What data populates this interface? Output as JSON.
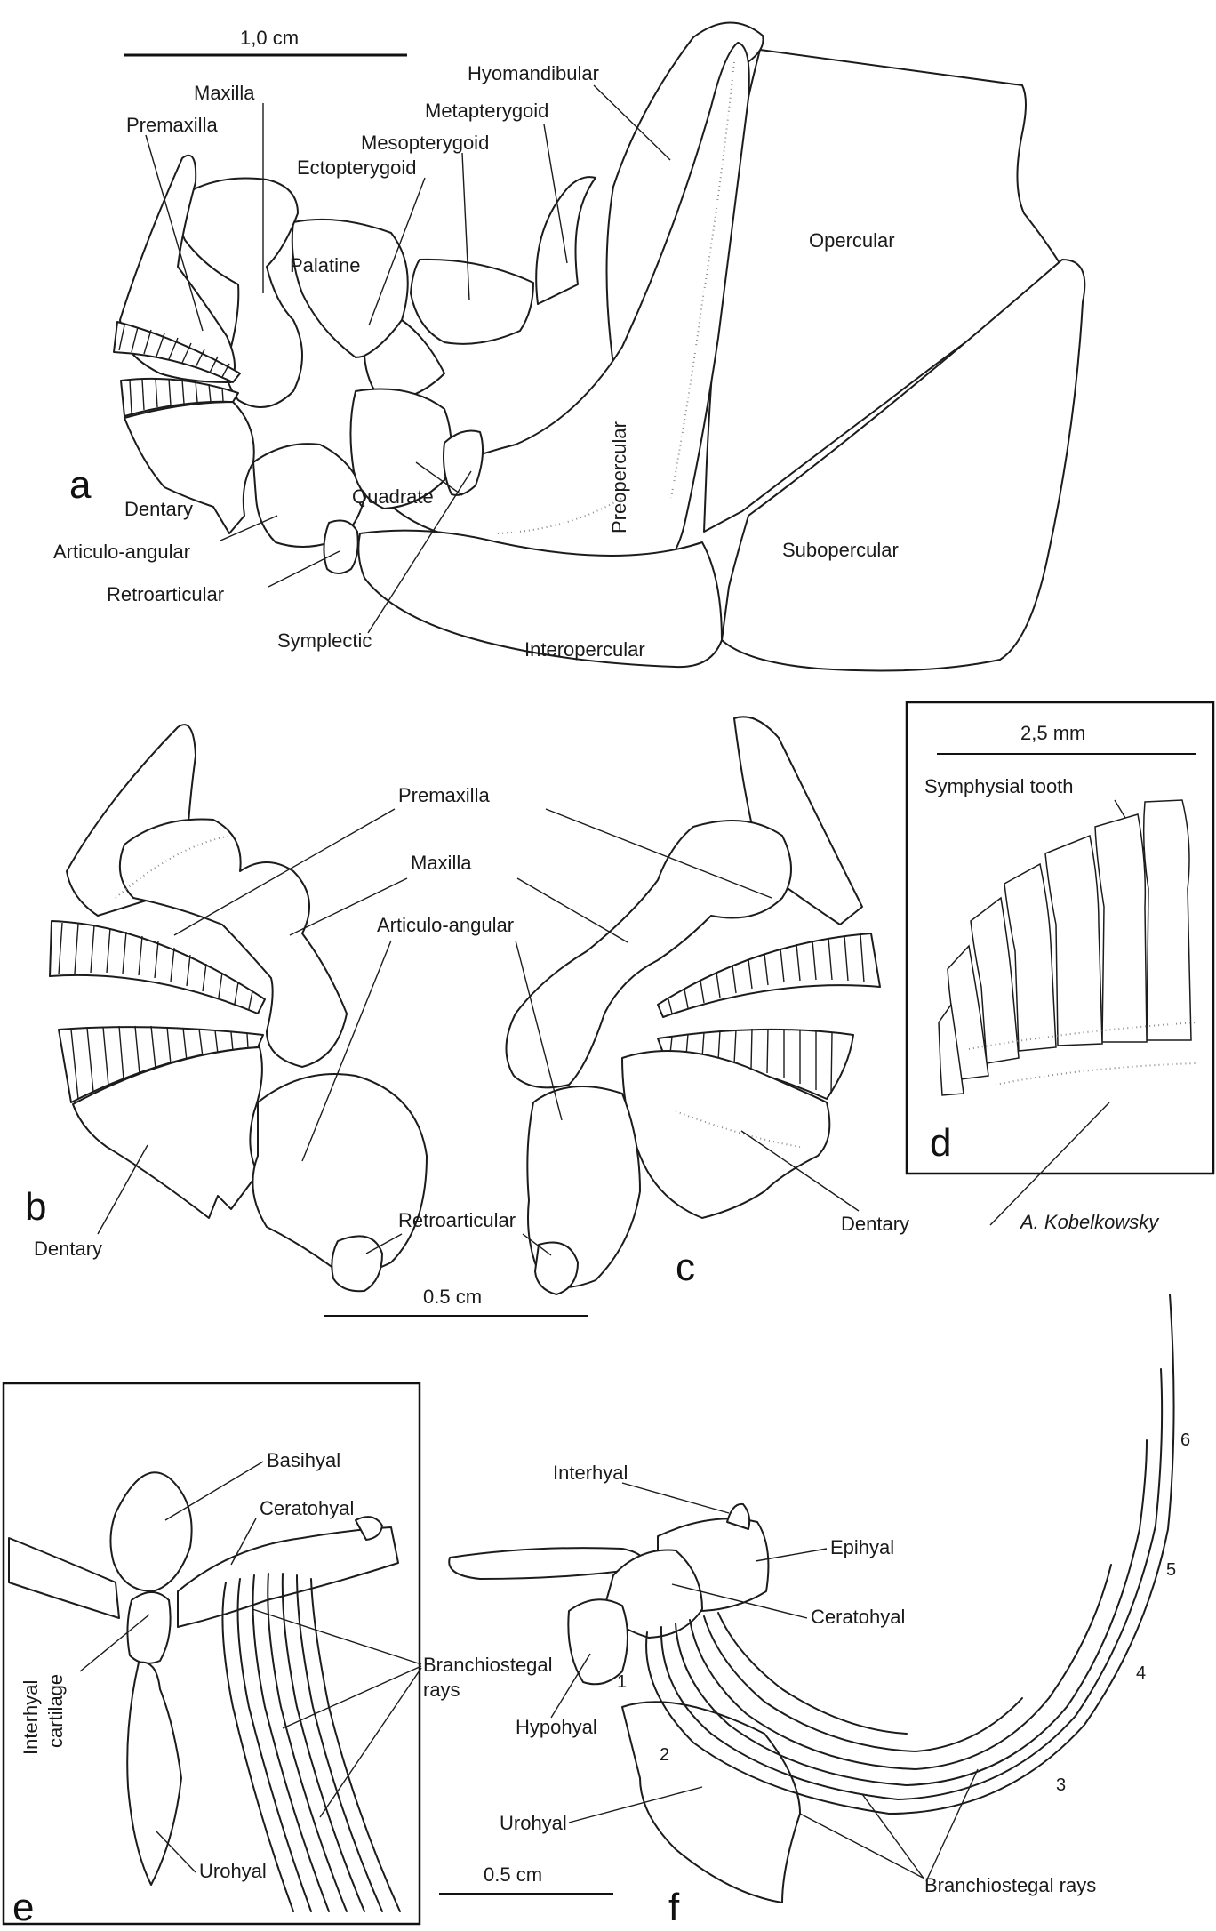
{
  "panel_letters": {
    "a": "a",
    "b": "b",
    "c": "c",
    "d": "d",
    "e": "e",
    "f": "f"
  },
  "scale_bars": {
    "a": "1,0 cm",
    "bc": "0.5 cm",
    "d": "2,5 mm",
    "ef": "0.5 cm"
  },
  "credit": "A. Kobelkowsky",
  "panel_a": {
    "maxilla": "Maxilla",
    "premaxilla": "Premaxilla",
    "ectopterygoid": "Ectopterygoid",
    "mesopterygoid": "Mesopterygoid",
    "metapterygoid": "Metapterygoid",
    "hyomandibular": "Hyomandibular",
    "palatine": "Palatine",
    "opercular": "Opercular",
    "preopercular": "Preopercular",
    "quadrate": "Quadrate",
    "dentary": "Dentary",
    "articulo_angular": "Articulo-angular",
    "retroarticular": "Retroarticular",
    "subopercular": "Subopercular",
    "symplectic": "Symplectic",
    "interopercular": "Interopercular"
  },
  "panel_bc": {
    "premaxilla": "Premaxilla",
    "maxilla": "Maxilla",
    "articulo_angular": "Articulo-angular",
    "retroarticular": "Retroarticular",
    "dentary_b": "Dentary",
    "dentary_c": "Dentary"
  },
  "panel_d": {
    "symphysial_tooth": "Symphysial tooth"
  },
  "panel_e": {
    "basihyal": "Basihyal",
    "ceratohyal": "Ceratohyal",
    "interhyal_cartilage_1": "Interhyal",
    "interhyal_cartilage_2": "cartilage",
    "branchiostegal_1": "Branchiostegal",
    "branchiostegal_2": "rays",
    "urohyal": "Urohyal"
  },
  "panel_f": {
    "interhyal": "Interhyal",
    "epihyal": "Epihyal",
    "ceratohyal": "Ceratohyal",
    "hypohyal": "Hypohyal",
    "urohyal": "Urohyal",
    "branchiostegal_rays": "Branchiostegal rays",
    "ray_numbers": [
      "1",
      "2",
      "3",
      "4",
      "5",
      "6"
    ]
  }
}
